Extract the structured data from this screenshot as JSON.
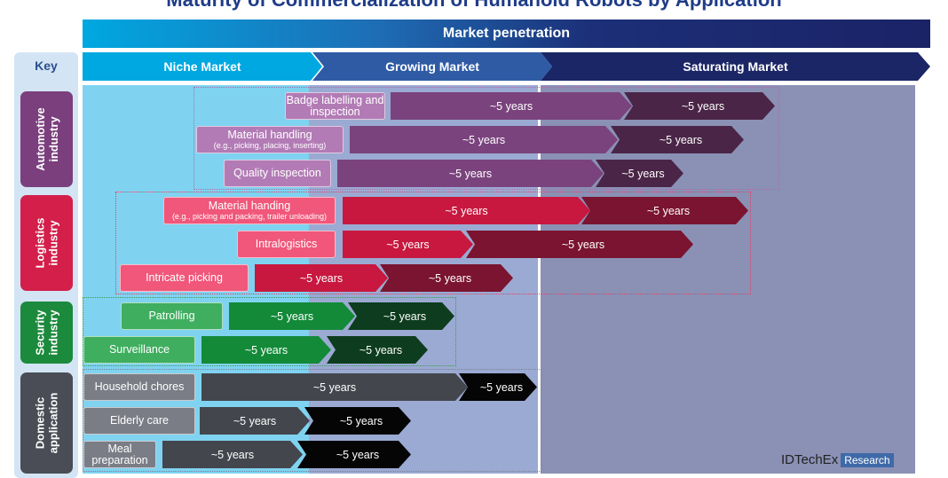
{
  "title": "Maturity of Commercialization of Humanoid Robots by Application",
  "header": "Market penetration",
  "stages": [
    "Niche Market",
    "Growing Market",
    "Saturating Market"
  ],
  "key_label": "Key",
  "categories": [
    {
      "name": "Automotive industry",
      "color": "#7b3f7e",
      "rows": [
        {
          "label": "Badge labelling and inspection",
          "sub": "",
          "bar1": "~5 years",
          "bar2": "~5 years"
        },
        {
          "label": "Material handling",
          "sub": "(e.g., picking, placing, inserting)",
          "bar1": "~5 years",
          "bar2": "~5 years"
        },
        {
          "label": "Quality inspection",
          "sub": "",
          "bar1": "~5 years",
          "bar2": "~5 years"
        }
      ]
    },
    {
      "name": "Logistics industry",
      "color": "#d31f4a",
      "rows": [
        {
          "label": "Material handing",
          "sub": "(e.g., picking and packing, trailer unloading)",
          "bar1": "~5 years",
          "bar2": "~5 years"
        },
        {
          "label": "Intralogistics",
          "sub": "",
          "bar1": "~5 years",
          "bar2": "~5 years"
        },
        {
          "label": "Intricate picking",
          "sub": "",
          "bar1": "~5 years",
          "bar2": "~5 years"
        }
      ]
    },
    {
      "name": "Security industry",
      "color": "#1c8a3c",
      "rows": [
        {
          "label": "Patrolling",
          "sub": "",
          "bar1": "~5 years",
          "bar2": "~5 years"
        },
        {
          "label": "Surveillance",
          "sub": "",
          "bar1": "~5 years",
          "bar2": "~5 years"
        }
      ]
    },
    {
      "name": "Domestic application",
      "color": "#4a4d55",
      "rows": [
        {
          "label": "Household chores",
          "sub": "",
          "bar1": "~5 years",
          "bar2": "~5 years"
        },
        {
          "label": "Elderly care",
          "sub": "",
          "bar1": "~5 years",
          "bar2": "~5 years"
        },
        {
          "label": "Meal preparation",
          "sub": "",
          "bar1": "~5 years",
          "bar2": "~5 years"
        }
      ]
    }
  ],
  "logo": {
    "brand": "IDTechEx",
    "tag": "Research"
  }
}
